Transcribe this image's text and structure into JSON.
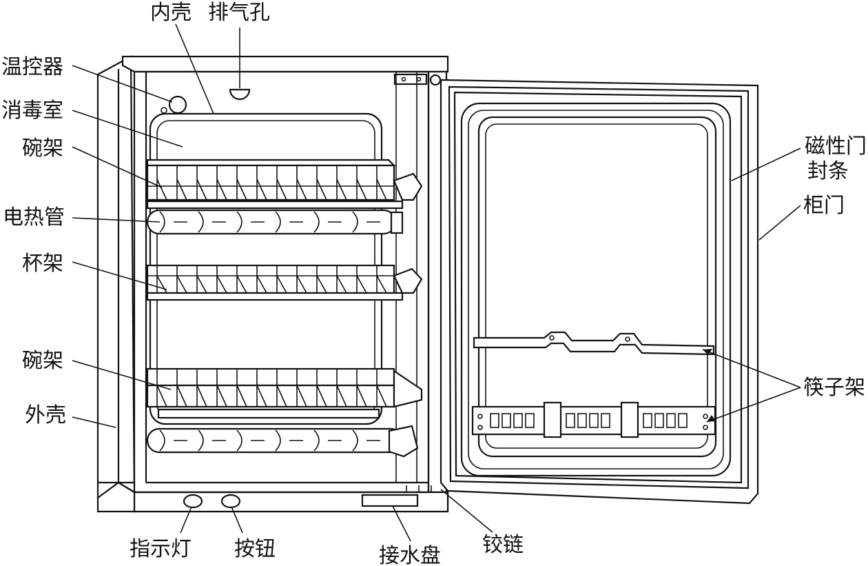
{
  "labels": {
    "inner_shell": "内壳",
    "vent_hole": "排气孔",
    "thermostat": "温控器",
    "chamber": "消毒室",
    "bowl_rack_top": "碗架",
    "heating_tube": "电热管",
    "cup_rack": "杯架",
    "bowl_rack_bottom": "碗架",
    "outer_shell": "外壳",
    "indicator_light": "指示灯",
    "button": "按钮",
    "drip_tray": "接水盘",
    "hinge": "铰链",
    "magnetic_seal_line1": "磁性门",
    "magnetic_seal_line2": "封条",
    "cabinet_door": "柜门",
    "chopstick_rack": "筷子架"
  }
}
